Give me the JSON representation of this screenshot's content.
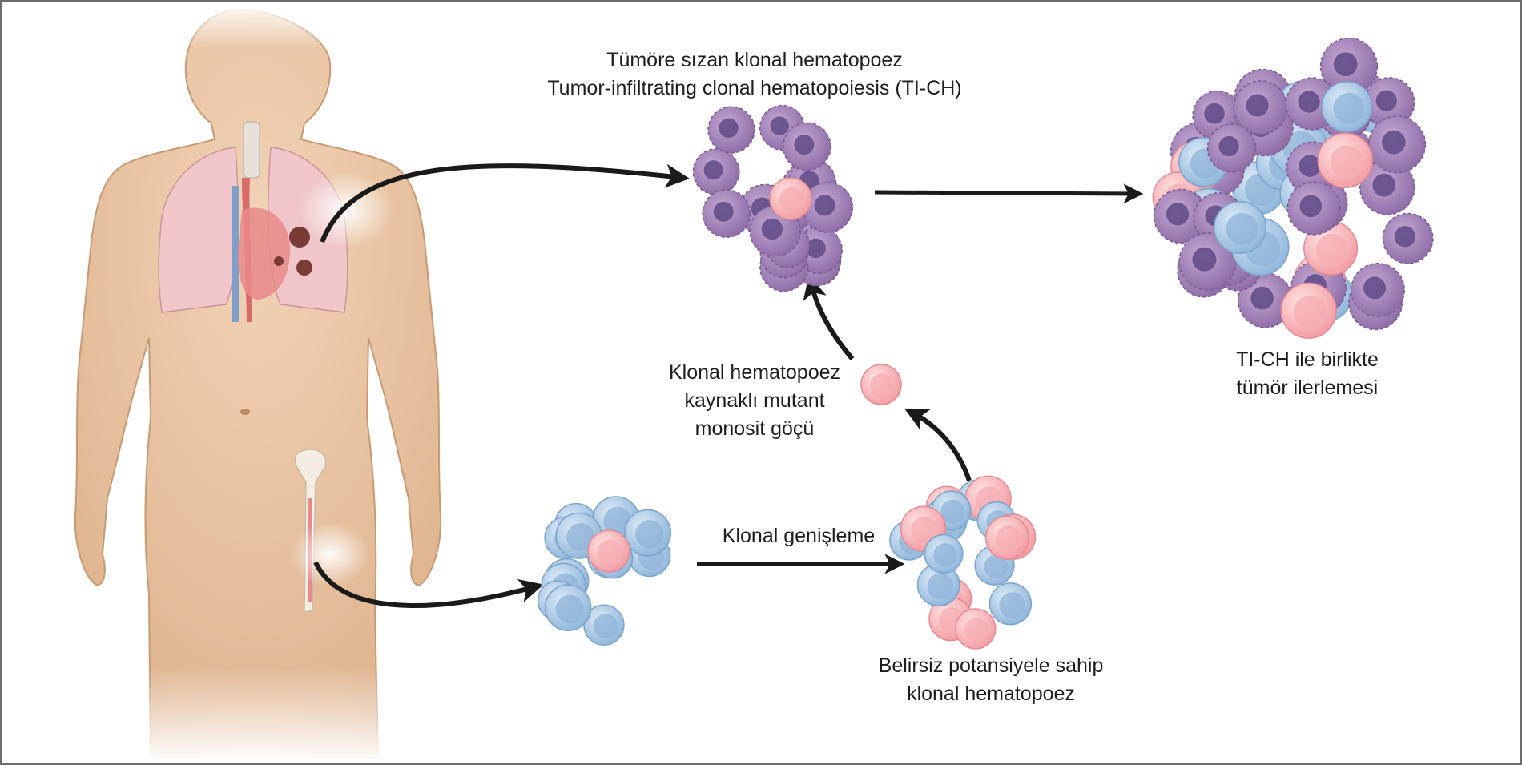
{
  "labels": {
    "ti_ch_title_tr": "Tümöre sızan klonal hematopoez",
    "ti_ch_title_en": "Tumor-infiltrating clonal hematopoiesis (TI-CH)",
    "migration_line1": "Klonal hematopoez",
    "migration_line2": "kaynaklı mutant",
    "migration_line3": "monosit göçü",
    "expansion": "Klonal genişleme",
    "chip_line1": "Belirsiz potansiyele sahip",
    "chip_line2": "klonal hematopoez",
    "progression_line1": "TI-CH ile birlikte",
    "progression_line2": "tümör ilerlemesi"
  },
  "colors": {
    "skin": "#e9c3a0",
    "lung": "#f1c6cd",
    "tumor": "#7a3b36",
    "macrophage": "#9b7ab0",
    "hsc": "#a9c9e6",
    "mutant": "#f4a7ad",
    "arrow": "#1a1a1a",
    "frame": "#6d6d6d"
  }
}
